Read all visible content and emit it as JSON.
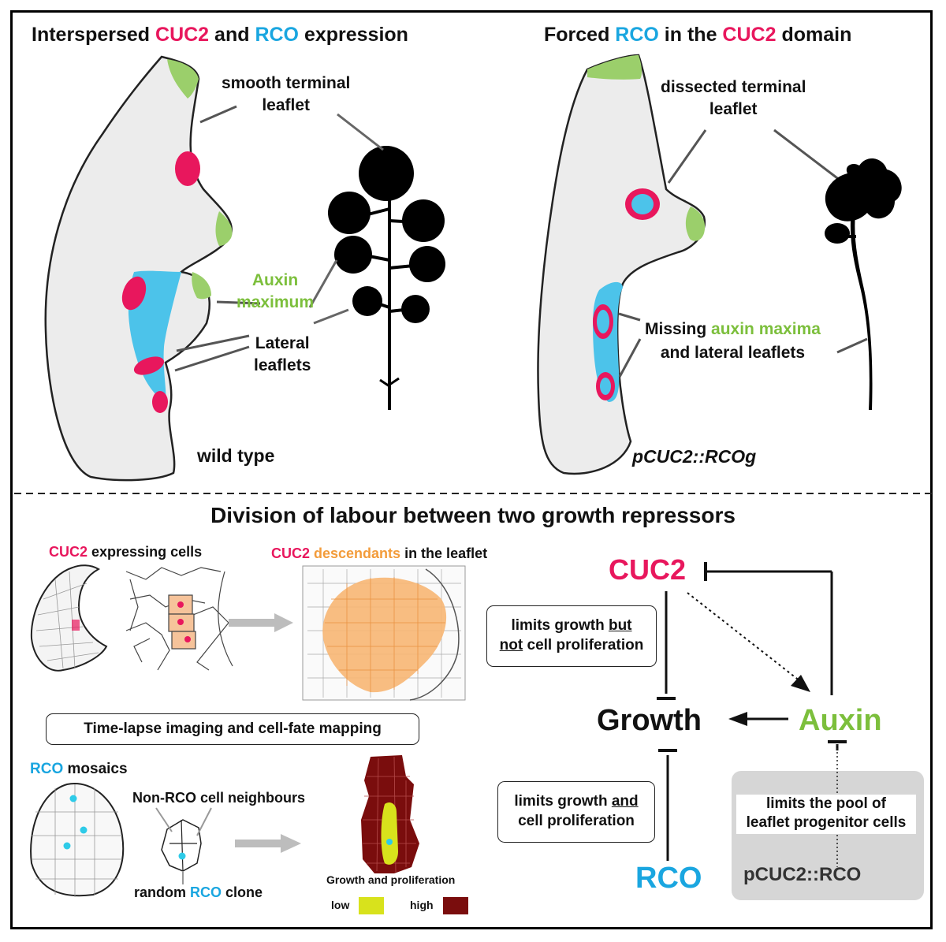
{
  "top_left": {
    "title_pre": "Interspersed ",
    "title_cuc2": "CUC2",
    "title_mid": " and ",
    "title_rco": "RCO",
    "title_post": " expression",
    "label_terminal": "smooth terminal\nleaflet",
    "label_auxin": "Auxin\nmaximum",
    "label_lateral": "Lateral\nleaflets",
    "label_genotype": "wild type"
  },
  "top_right": {
    "title_pre": "Forced ",
    "title_rco": "RCO",
    "title_mid": " in the ",
    "title_cuc2": "CUC2",
    "title_post": " domain",
    "label_terminal": "dissected terminal\nleaflet",
    "label_missing_pre": "Missing ",
    "label_missing_auxin": "auxin maxima",
    "label_missing_post": "and lateral leaflets",
    "label_genotype": "pCUC2::RCOg"
  },
  "bottom": {
    "title": "Division of labour between two growth repressors",
    "cuc2_cells_a": "CUC2",
    "cuc2_cells_b": " expressing cells",
    "desc_a": "CUC2",
    "desc_b": " descendants",
    "desc_c": " in the leaflet",
    "timelapse": "Time-lapse imaging and cell-fate mapping",
    "rco_mosaics_a": "RCO",
    "rco_mosaics_b": " mosaics",
    "non_rco": "Non-RCO cell neighbours",
    "clone_a": "random ",
    "clone_b": "RCO",
    "clone_c": " clone",
    "growth_prolif": "Growth and proliferation",
    "low": "low",
    "high": "high"
  },
  "network": {
    "cuc2": "CUC2",
    "growth": "Growth",
    "auxin": "Auxin",
    "rco": "RCO",
    "limits_cuc2_a": "limits growth ",
    "limits_cuc2_b": "but",
    "limits_cuc2_c": "not",
    "limits_cuc2_d": " cell proliferation",
    "limits_rco_a": "limits growth ",
    "limits_rco_b": "and",
    "limits_rco_c": "cell proliferation",
    "pool": "limits the pool of\nleaflet progenitor cells",
    "pcuc2_rco": "pCUC2::RCO"
  },
  "colors": {
    "cuc2": "#e8175d",
    "rco": "#1aa6e0",
    "auxin": "#7cbf3c",
    "descendants": "#f39c3b",
    "low": "#d8e21c",
    "high": "#7a0d0d",
    "leaf": "#ececec"
  }
}
